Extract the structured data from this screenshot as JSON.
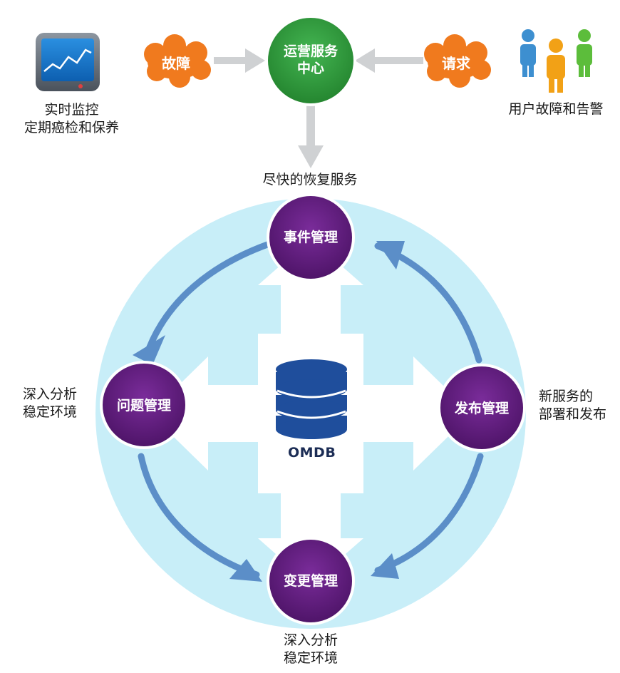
{
  "top": {
    "monitor_caption_line1": "实时监控",
    "monitor_caption_line2": "定期癌检和保养",
    "fault_cloud": "故障",
    "service_center_line1": "运营服务",
    "service_center_line2": "中心",
    "request_cloud": "请求",
    "users_caption": "用户故障和告警",
    "recover_caption": "尽快的恢复服务"
  },
  "cycle": {
    "incident": "事件管理",
    "problem": "问题管理",
    "release": "发布管理",
    "change": "变更管理",
    "problem_note_line1": "深入分析",
    "problem_note_line2": "稳定环境",
    "release_note_line1": "新服务的",
    "release_note_line2": "部署和发布",
    "change_note_line1": "深入分析",
    "change_note_line2": "稳定环境",
    "center_db": "OMDB"
  },
  "colors": {
    "node_purple": "#5b1a78",
    "center_green": "#2e9c3a",
    "cloud_orange": "#f07a1e",
    "cycle_circle": "#c8eef8",
    "cycle_arrow": "#5b8ec8",
    "db_blue": "#1f4e9c"
  },
  "icons": {
    "monitor": "monitor-chart-icon",
    "users": "users-group-icon",
    "database": "database-icon"
  }
}
